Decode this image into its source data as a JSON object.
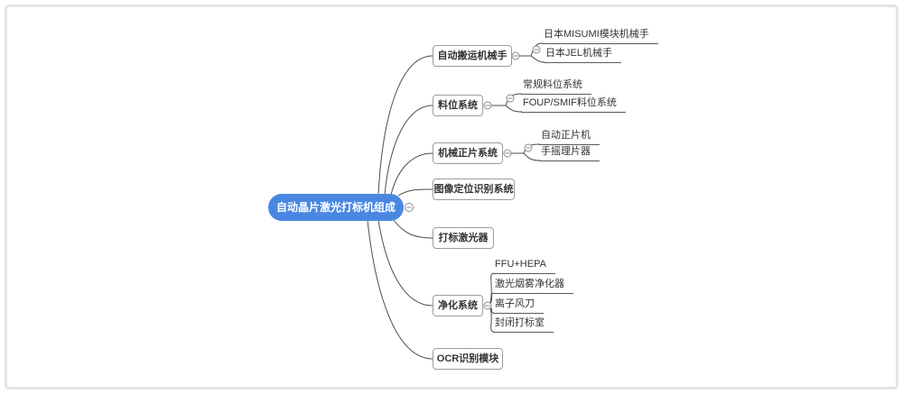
{
  "mindmap": {
    "root": {
      "label": "自动晶片激光打标机组成"
    },
    "branches": [
      {
        "label": "自动搬运机械手",
        "children": [
          "日本MISUMI模块机械手",
          "日本JEL机械手"
        ]
      },
      {
        "label": "料位系统",
        "children": [
          "常规料位系统",
          "FOUP/SMIF料位系统"
        ]
      },
      {
        "label": "机械正片系统",
        "children": [
          "自动正片机",
          "手摇理片器"
        ]
      },
      {
        "label": "图像定位识别系统",
        "children": []
      },
      {
        "label": "打标激光器",
        "children": []
      },
      {
        "label": "净化系统",
        "children": [
          "FFU+HEPA",
          "激光烟雾净化器",
          "离子风刀",
          "封闭打标室"
        ]
      },
      {
        "label": "OCR识别模块",
        "children": []
      }
    ],
    "collapse_icon": "minus-in-circle"
  },
  "colors": {
    "root_background": "#4a87e2",
    "root_text": "#ffffff",
    "node_border": "#9c9c9c",
    "node_text": "#333333",
    "connector": "#4d4d4d",
    "leaf_underline": "#5a5a5a",
    "frame_border": "#e4e4e4",
    "canvas_background": "#ffffff"
  }
}
